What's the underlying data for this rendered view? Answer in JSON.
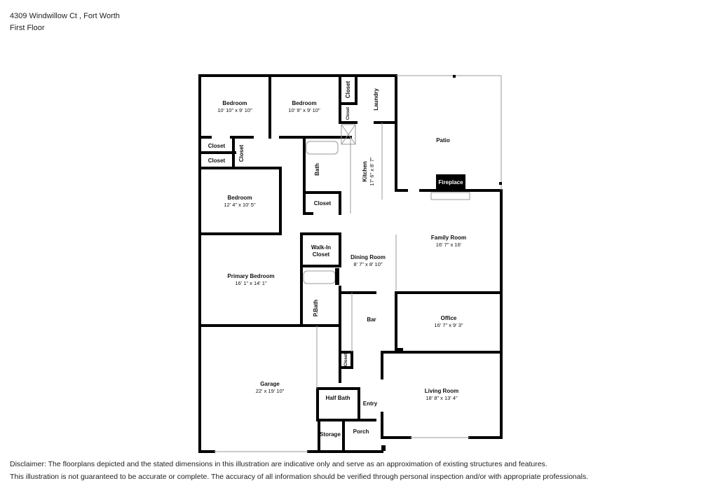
{
  "header": {
    "address": "4309 Windwillow Ct , Fort Worth",
    "floor": "First Floor"
  },
  "rooms": {
    "bedroom1": {
      "name": "Bedroom",
      "dims": "10' 10\" x 9' 10\""
    },
    "bedroom2": {
      "name": "Bedroom",
      "dims": "10' 9\" x 9' 10\""
    },
    "bedroom3": {
      "name": "Bedroom",
      "dims": "12' 4\" x 10' 5\""
    },
    "primary_bedroom": {
      "name": "Primary Bedroom",
      "dims": "16' 1\" x 14' 1\""
    },
    "kitchen": {
      "name": "Kitchen",
      "dims": "17' 6\" x 8' 7\""
    },
    "laundry": {
      "name": "Laundry"
    },
    "patio": {
      "name": "Patio"
    },
    "fireplace": {
      "name": "Fireplace"
    },
    "family_room": {
      "name": "Family Room",
      "dims": "16' 7\" x 16'"
    },
    "dining_room": {
      "name": "Dining Room",
      "dims": "8' 7\" x 8' 10\""
    },
    "office": {
      "name": "Office",
      "dims": "16' 7\" x 9' 3\""
    },
    "bar": {
      "name": "Bar"
    },
    "living_room": {
      "name": "Living Room",
      "dims": "18' 8\" x 13' 4\""
    },
    "garage": {
      "name": "Garage",
      "dims": "22' x 19' 10\""
    },
    "half_bath": {
      "name": "Half Bath"
    },
    "entry": {
      "name": "Entry"
    },
    "storage": {
      "name": "Storage"
    },
    "porch": {
      "name": "Porch"
    },
    "bath": {
      "name": "Bath"
    },
    "p_bath": {
      "name": "P.Bath"
    },
    "walkin_closet": {
      "name": "Walk-In Closet"
    },
    "closet_hall": {
      "name": "Closet"
    },
    "closet_left1": {
      "name": "Closet"
    },
    "closet_left2": {
      "name": "Closet"
    },
    "closet_vert": {
      "name": "Closet"
    },
    "closet_bed2": {
      "name": "Closet"
    },
    "closet_small": {
      "name": "Closet"
    },
    "closet_bar": {
      "name": "Closet"
    }
  },
  "disclaimer": {
    "line1": "Disclaimer: The floorplans depicted and the stated dimensions in this illustration are indicative only and serve as an approximation of existing structures and features.",
    "line2": "This illustration is not guaranteed to be accurate or complete. The accuracy of all information should be verified through personal inspection and/or with appropriate professionals."
  }
}
